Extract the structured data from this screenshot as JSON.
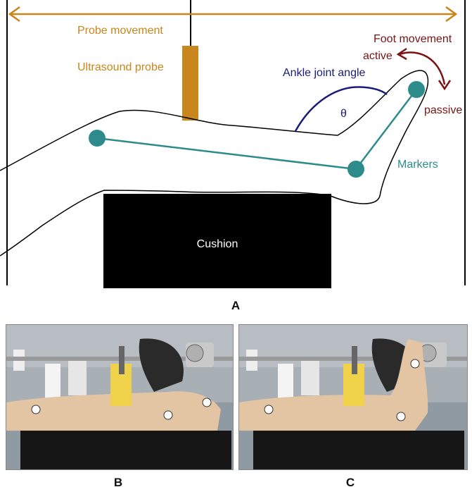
{
  "panel_a": {
    "probe_movement": "Probe movement",
    "ultrasound_probe": "Ultrasound probe",
    "ankle_joint_angle": "Ankle joint angle",
    "theta": "θ",
    "foot_movement": "Foot movement",
    "active": "active",
    "passive": "passive",
    "markers": "Markers",
    "cushion": "Cushion",
    "letter": "A"
  },
  "panel_b": {
    "letter": "B"
  },
  "panel_c": {
    "letter": "C"
  },
  "colors": {
    "probe": "#c8861c",
    "probe_arrow": "#c8861c",
    "angle": "#1c1c78",
    "foot_movement": "#7a1414",
    "markers": "#2e8b8b",
    "outline": "#000000",
    "cushion": "#000000"
  }
}
